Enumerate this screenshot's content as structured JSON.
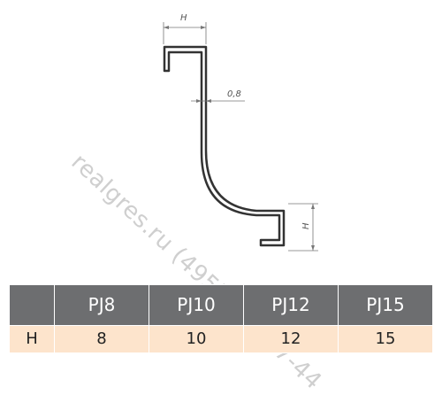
{
  "diagram": {
    "labels": {
      "top_dimension": "H",
      "side_dimension": "H",
      "thickness": "0,8"
    },
    "watermark": "realgres.ru (495) 646-17-44"
  },
  "table": {
    "header": [
      "",
      "PJ8",
      "PJ10",
      "PJ12",
      "PJ15"
    ],
    "row": [
      "H",
      "8",
      "10",
      "12",
      "15"
    ]
  }
}
